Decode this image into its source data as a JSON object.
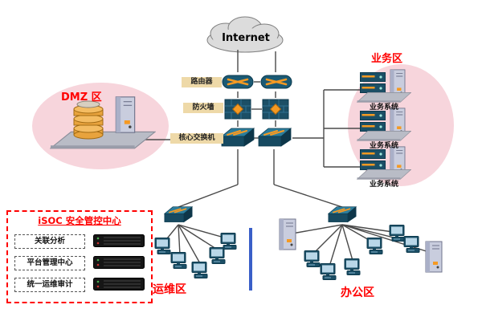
{
  "internet": {
    "label": "Internet"
  },
  "core_labels": {
    "router": "路由器",
    "firewall": "防火墙",
    "core_switch": "核心交换机"
  },
  "zones": {
    "dmz": {
      "label": "DMZ 区"
    },
    "business": {
      "label": "业务区",
      "systems": [
        {
          "label": "业务系统"
        },
        {
          "label": "业务系统"
        },
        {
          "label": "业务系统"
        }
      ]
    },
    "ops": {
      "label": "运维区"
    },
    "office": {
      "label": "办公区"
    }
  },
  "isoc": {
    "title": "iSOC 安全管控中心",
    "items": [
      {
        "label": "关联分析"
      },
      {
        "label": "平台管理中心"
      },
      {
        "label": "统一运维审计"
      }
    ]
  },
  "colors": {
    "zone_pink": "#f7d5dc",
    "label_red": "#ff0000",
    "divider_blue": "#3a5fc8",
    "device_navy": "#1c4f66",
    "device_orange": "#f59a23"
  }
}
